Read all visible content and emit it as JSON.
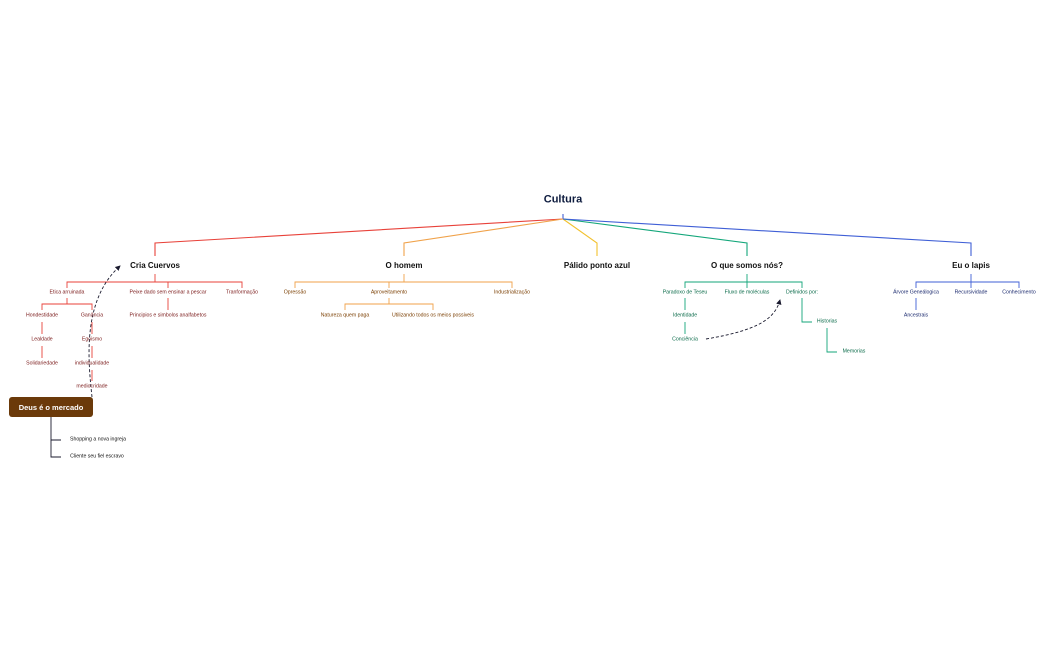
{
  "root": {
    "label": "Cultura"
  },
  "colors": {
    "red": "#e8423a",
    "orange": "#f0a24a",
    "yellow": "#f2c12e",
    "green": "#13a67a",
    "blue": "#3f5fd6",
    "dark": "#1a1a2e",
    "brown": "#6b3a0a"
  },
  "branches": [
    {
      "label": "Cria Cuervos",
      "children": [
        {
          "label": "Etica arruinada",
          "children": [
            {
              "label": "Hondestidade",
              "children": [
                {
                  "label": "Lealdade",
                  "children": [
                    {
                      "label": "Solidariedade"
                    }
                  ]
                }
              ]
            },
            {
              "label": "Ganância",
              "children": [
                {
                  "label": "Egoismo",
                  "children": [
                    {
                      "label": "individualidade",
                      "children": [
                        {
                          "label": "mediocridade"
                        }
                      ]
                    }
                  ]
                }
              ]
            }
          ]
        },
        {
          "label": "Peixe dado sem ensinar a pescar",
          "children": [
            {
              "label": "Principios e simbolos analfabetos"
            }
          ]
        },
        {
          "label": "Tranformação"
        }
      ]
    },
    {
      "label": "O homem",
      "children": [
        {
          "label": "Opressão"
        },
        {
          "label": "Aproveitamento",
          "children": [
            {
              "label": "Natureza quem paga"
            },
            {
              "label": "Utilizando todos os meios possiveis"
            }
          ]
        },
        {
          "label": "Industrialização"
        }
      ]
    },
    {
      "label": "Pálido ponto azul"
    },
    {
      "label": "O que somos nós?",
      "children": [
        {
          "label": "Paradoxo de Teseu",
          "children": [
            {
              "label": "Identidade",
              "children": [
                {
                  "label": "Conciência"
                }
              ]
            }
          ]
        },
        {
          "label": "Fluxo de moléculas"
        },
        {
          "label": "Definidos por:",
          "children": [
            {
              "label": "Historias",
              "children": [
                {
                  "label": "Memorias"
                }
              ]
            }
          ]
        }
      ]
    },
    {
      "label": "Eu o lapis",
      "children": [
        {
          "label": "Árvore Geneálogica",
          "children": [
            {
              "label": "Ancestrais"
            }
          ]
        },
        {
          "label": "Recursividade"
        },
        {
          "label": "Conhecimento"
        }
      ]
    }
  ],
  "floating_topic": {
    "label": "Deus é o mercado",
    "children": [
      {
        "label": "Shopping a nova ingreja"
      },
      {
        "label": "Cliente seu fiel escravo"
      }
    ]
  }
}
